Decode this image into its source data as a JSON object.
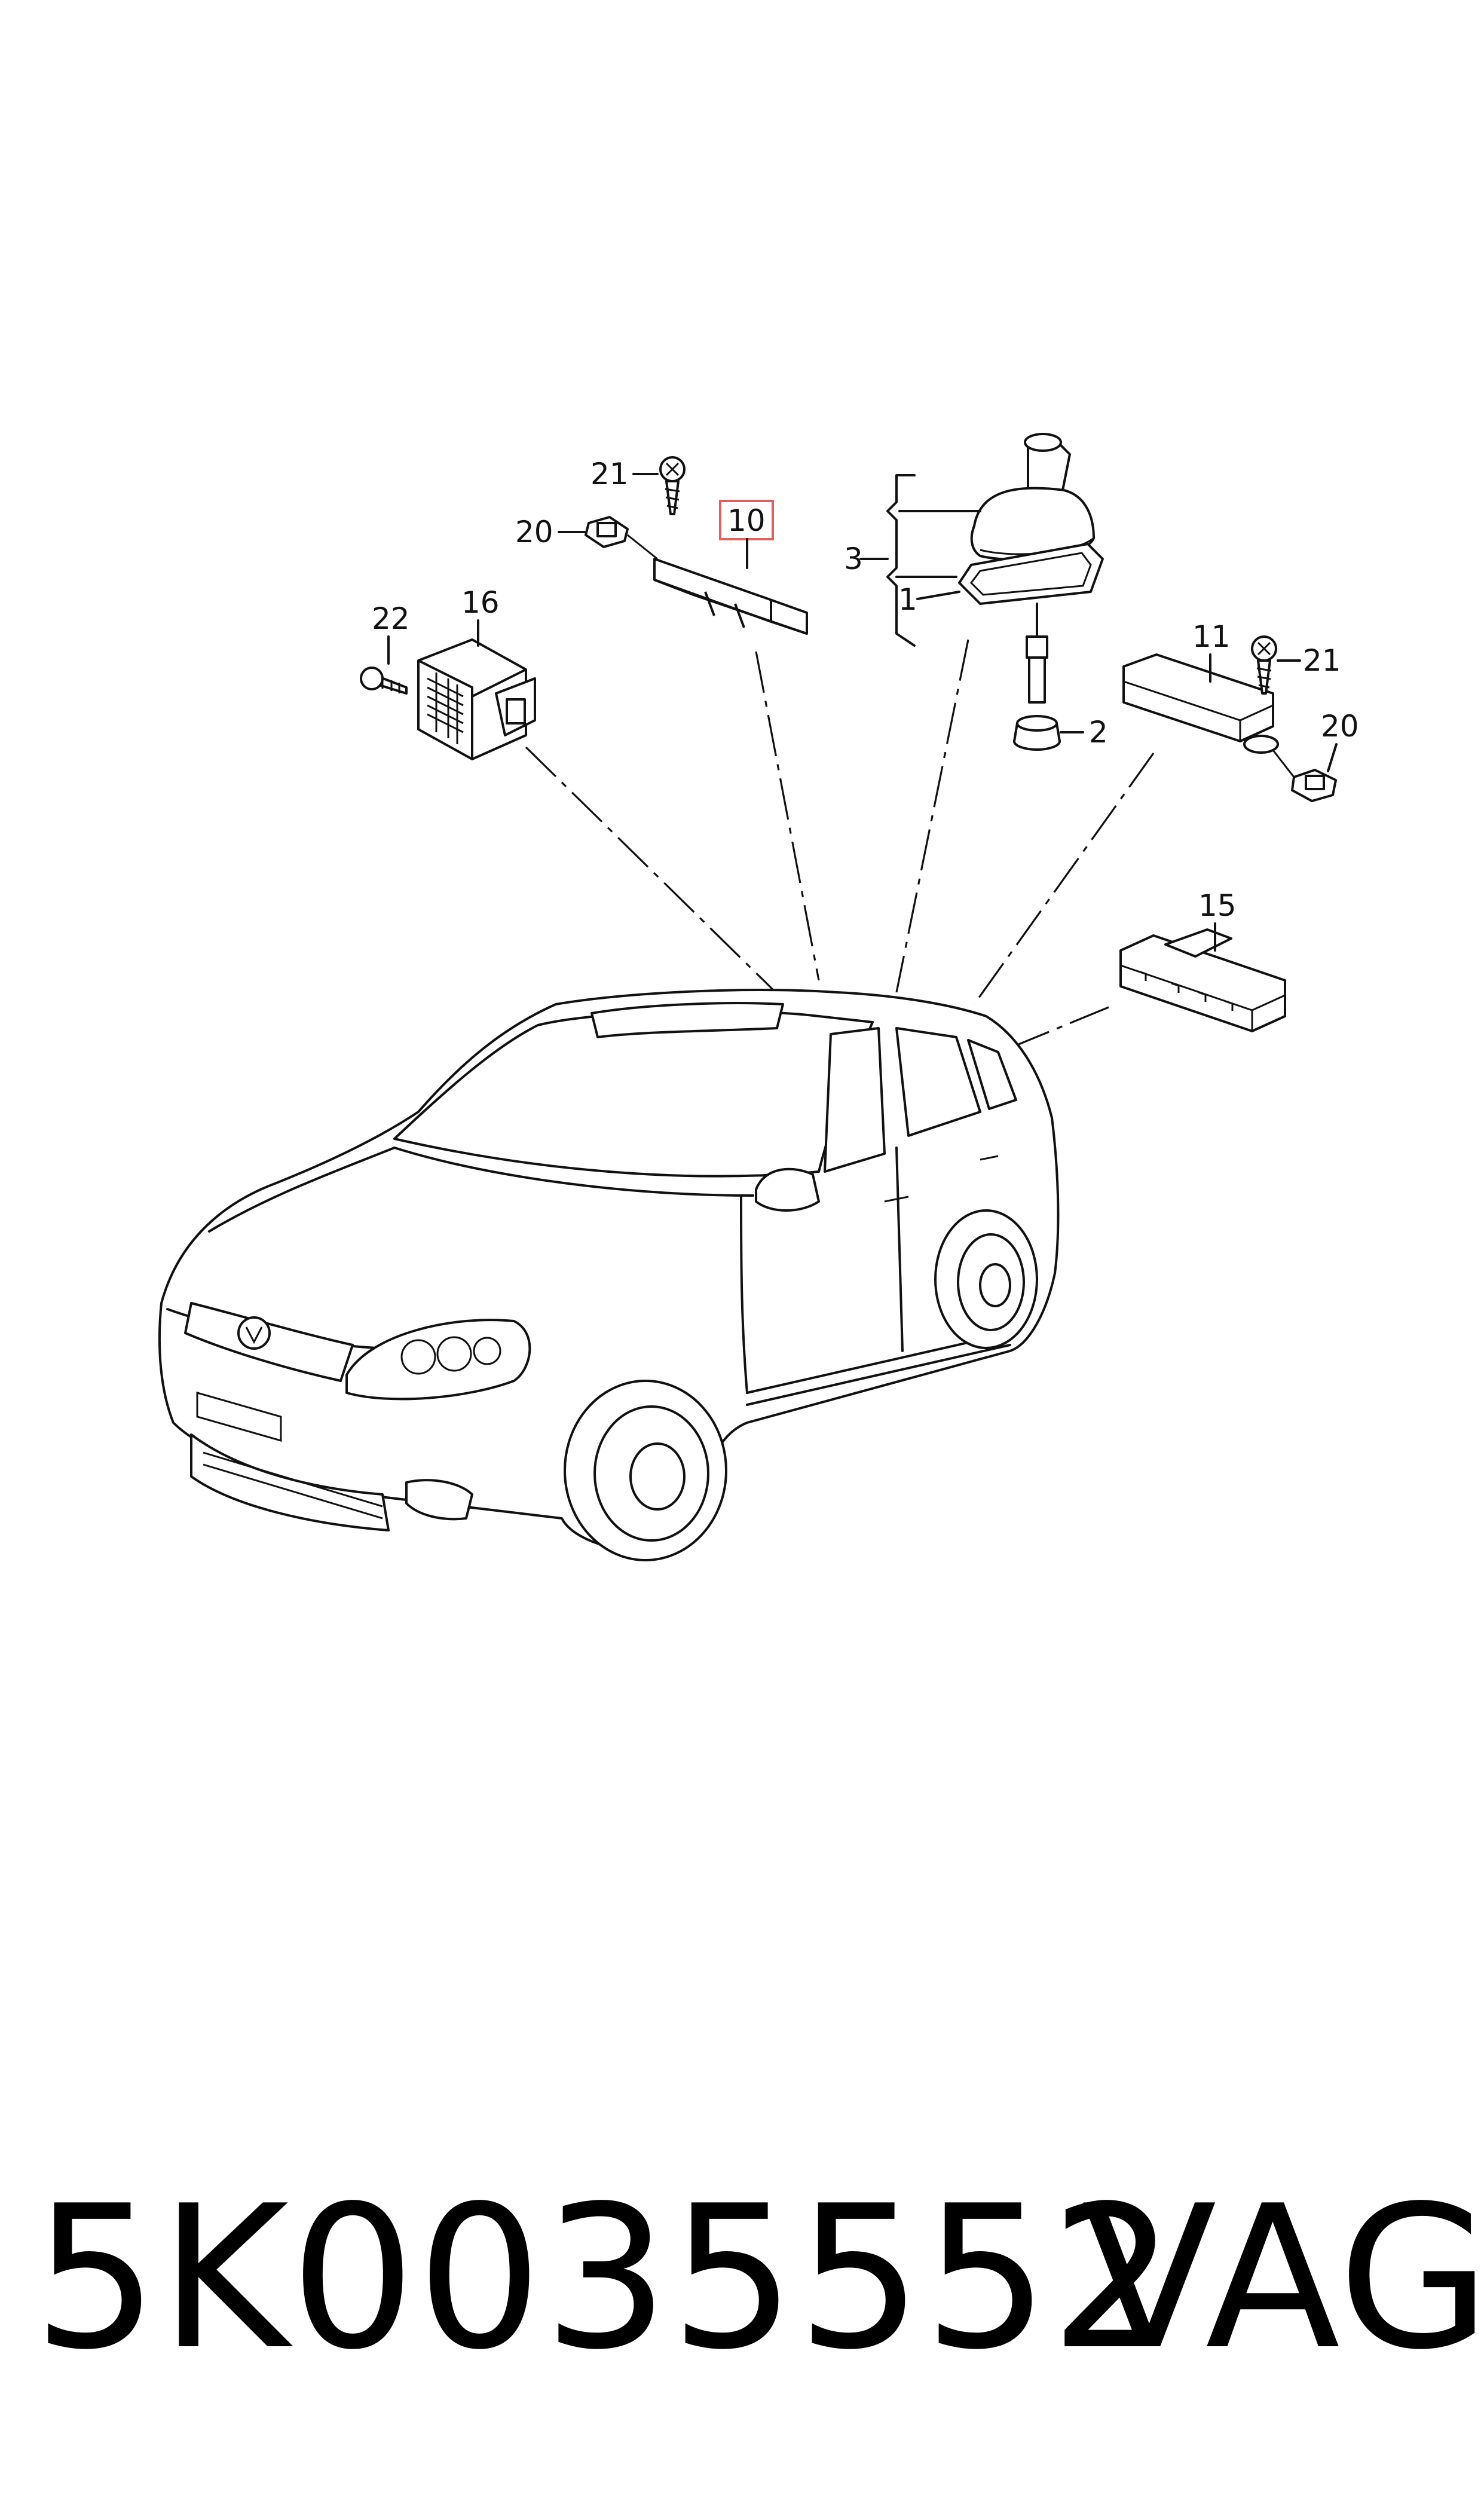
{
  "callouts": {
    "c1": "1",
    "c2": "2",
    "c3": "3",
    "c10": "10",
    "c11": "11",
    "c15": "15",
    "c16": "16",
    "c20a": "20",
    "c20b": "20",
    "c21a": "21",
    "c21b": "21",
    "c22": "22"
  },
  "highlight_color": "#e06060",
  "footer": {
    "part_number": "5K0035552",
    "brand": "VAG"
  }
}
